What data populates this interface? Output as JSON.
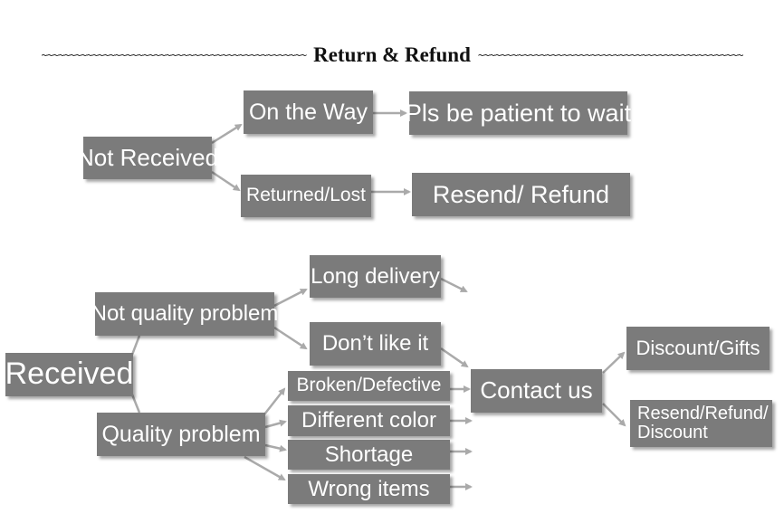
{
  "header": {
    "title": "Return & Refund",
    "left_decor": "~~~~~~~~~~~~~~~~~~~~~~~~~~~~~~~~~~~~~~~~~~~~~~~",
    "right_decor": "~~~~~~~~~~~~~~~~~~~~~~~~~~~~~~~~~~~~~~~~~~~~~~~"
  },
  "nodes": {
    "not_received": "Not Received",
    "on_the_way": "On the Way",
    "pls_wait": "Pls be patient to wait",
    "returned_lost": "Returned/Lost",
    "resend_refund": "Resend/ Refund",
    "received": "Received",
    "not_quality_problem": "Not quality problem",
    "long_delivery": "Long delivery",
    "dont_like_it": "Don’t like it",
    "quality_problem": "Quality problem",
    "broken_defective": "Broken/Defective",
    "different_color": "Different color",
    "shortage": "Shortage",
    "wrong_items": "Wrong items",
    "contact_us": "Contact us",
    "discount_gifts": "Discount/Gifts",
    "resend_refund_discount_line1": "Resend/Refund/",
    "resend_refund_discount_line2": "Discount"
  },
  "colors": {
    "box": "#7b7b7b",
    "arrow": "#aaaaaa",
    "text": "#ffffff"
  }
}
